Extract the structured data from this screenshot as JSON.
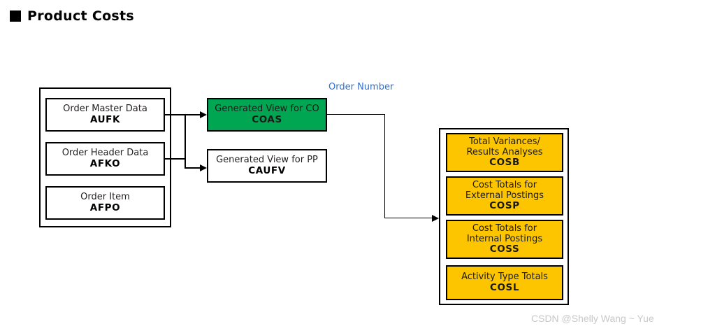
{
  "title": {
    "text": "Product Costs",
    "bullet_icon": "square-bullet-icon"
  },
  "colors": {
    "green": "#00A651",
    "yellow": "#FDC500",
    "label_blue": "#2F6FD0",
    "border": "#000000",
    "watermark": "#C8C8C8"
  },
  "order_group": {
    "nodes": [
      {
        "desc": "Order Master Data",
        "code": "AUFK"
      },
      {
        "desc": "Order Header Data",
        "code": "AFKO"
      },
      {
        "desc": "Order Item",
        "code": "AFPO"
      }
    ]
  },
  "views": {
    "nodes": [
      {
        "desc": "Generated View for CO",
        "code": "COAS",
        "fill": "green"
      },
      {
        "desc": "Generated View for PP",
        "code": "CAUFV",
        "fill": "white"
      }
    ]
  },
  "edge_labels": {
    "order_number": "Order Number"
  },
  "totals_group": {
    "nodes": [
      {
        "desc": "Total Variances/\nResults Analyses",
        "code": "COSB"
      },
      {
        "desc": "Cost Totals for\nExternal Postings",
        "code": "COSP"
      },
      {
        "desc": "Cost Totals for\nInternal Postings",
        "code": "COSS"
      },
      {
        "desc": "Activity Type Totals",
        "code": "COSL"
      }
    ]
  },
  "watermark": {
    "text": "CSDN @Shelly Wang ~ Yue"
  }
}
